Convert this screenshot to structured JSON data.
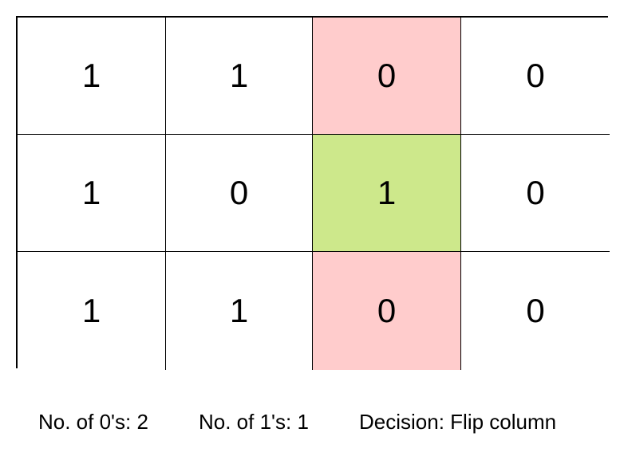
{
  "grid": {
    "rows": [
      [
        "1",
        "1",
        "0",
        "0"
      ],
      [
        "1",
        "0",
        "1",
        "0"
      ],
      [
        "1",
        "1",
        "0",
        "0"
      ]
    ],
    "highlight_colors": {
      "red": "#ffcccc",
      "green": "#cde88b"
    },
    "highlighted_column": 3,
    "cell_highlights": [
      [
        "none",
        "none",
        "red",
        "none"
      ],
      [
        "none",
        "none",
        "green",
        "none"
      ],
      [
        "none",
        "none",
        "red",
        "none"
      ]
    ]
  },
  "summary": {
    "zeros": "No. of 0's: 2",
    "ones": "No. of 1's: 1",
    "decision": "Decision: Flip column"
  }
}
